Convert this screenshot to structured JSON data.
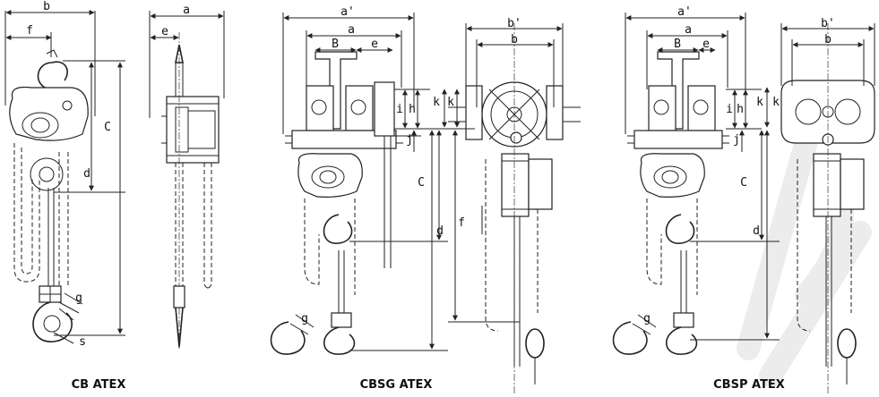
{
  "diagrams": [
    {
      "caption": "CB ATEX",
      "dimension_labels": [
        "b",
        "f",
        "a",
        "e",
        "C",
        "d",
        "g",
        "s"
      ]
    },
    {
      "caption": "CBSG ATEX",
      "dimension_labels": [
        "a'",
        "a",
        "B",
        "e",
        "i",
        "h",
        "k",
        "k",
        "j",
        "C",
        "d",
        "g",
        "b'",
        "b",
        "f"
      ]
    },
    {
      "caption": "CBSP ATEX",
      "dimension_labels": [
        "a'",
        "a",
        "B",
        "e",
        "i",
        "h",
        "k",
        "j",
        "C",
        "d",
        "g",
        "b'",
        "b",
        "k"
      ]
    }
  ]
}
